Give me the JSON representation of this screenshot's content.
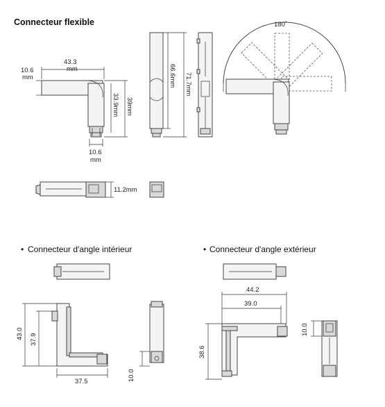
{
  "titles": {
    "flexible": "Connecteur flexible",
    "interior": "Connecteur d'angle intérieur",
    "exterior": "Connecteur d'angle extérieur",
    "bullet": "•"
  },
  "flexible": {
    "width": "43.3",
    "width_unit": "mm",
    "left_thickness": "10.6",
    "left_thickness_unit": "mm",
    "arm_height": "33.9mm",
    "total_height": "39mm",
    "bottom_width": "10.6",
    "bottom_width_unit": "mm",
    "side_height_inner": "66.6mm",
    "side_height_outer": "71.7mm",
    "angle": "180˚",
    "plan_height": "11.2mm"
  },
  "interior": {
    "height_outer": "43.0",
    "height_inner": "37.9",
    "width": "37.5",
    "side_small": "10.0"
  },
  "exterior": {
    "width_outer": "44.2",
    "width_inner": "39.0",
    "height": "38.6",
    "side_small": "10.0"
  }
}
